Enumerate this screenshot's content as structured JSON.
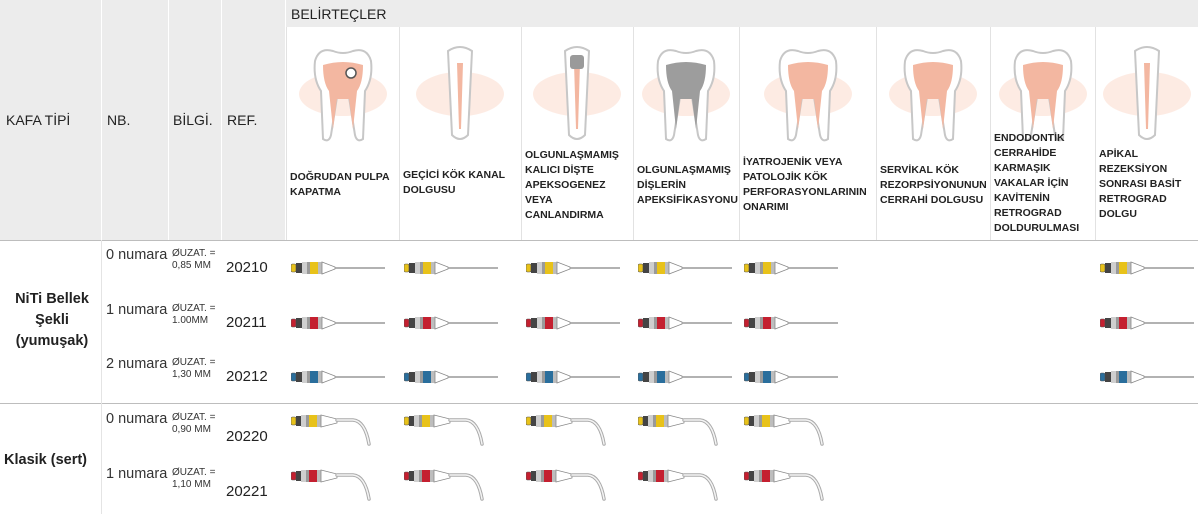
{
  "header": {
    "kafa_tipi": "KAFA TİPİ",
    "nb": "NB.",
    "bilgi": "BİLGİ.",
    "ref": "REF.",
    "belirtecler": "BELİRTEÇLER"
  },
  "indications": [
    {
      "label": "DOĞRUDAN PULPA KAPATMA",
      "icon": "tooth-pulp-capping-icon"
    },
    {
      "label": "GEÇİCİ KÖK KANAL DOLGUSU",
      "icon": "tooth-root-canal-icon"
    },
    {
      "label": "OLGUNLAŞMAMIŞ KALICI DİŞTE APEKSOGENEZ VEYA CANLANDIRMA",
      "icon": "tooth-apexogenesis-icon"
    },
    {
      "label": "OLGUNLAŞMAMIŞ DİŞLERİN APEKSİFİKASYONU",
      "icon": "tooth-apexification-icon"
    },
    {
      "label": "İYATROJENİK VEYA PATOLOJİK KÖK PERFORASYONLARININ ONARIMI",
      "icon": "tooth-perforation-icon"
    },
    {
      "label": "SERVİKAL KÖK REZORPSİYONUNUN CERRAHİ DOLGUSU",
      "icon": "tooth-cervical-icon"
    },
    {
      "label": "ENDODONTİK CERRAHİDE KARMAŞIK VAKALAR İÇİN KAVİTENİN RETROGRAD DOLDURULMASI",
      "icon": "tooth-retrograde-icon"
    },
    {
      "label": "APİKAL REZEKSİYON SONRASI BASİT RETROGRAD DOLGU",
      "icon": "tooth-apical-icon"
    }
  ],
  "groups": [
    {
      "name": "NiTi Bellek Şekli (yumuşak)",
      "rows": [
        {
          "nb": "0 numara",
          "info": "ØUZAT. = 0,85 MM",
          "ref": "20210",
          "color": "#e8c21a",
          "usage": [
            true,
            true,
            true,
            true,
            true,
            false,
            false,
            true
          ]
        },
        {
          "nb": "1 numara",
          "info": "ØUZAT. = 1.00MM",
          "ref": "20211",
          "color": "#c42030",
          "usage": [
            true,
            true,
            true,
            true,
            true,
            false,
            false,
            true
          ]
        },
        {
          "nb": "2 numara",
          "info": "ØUZAT. = 1,30 MM",
          "ref": "20212",
          "color": "#2a6e9c",
          "usage": [
            true,
            true,
            true,
            true,
            true,
            false,
            false,
            true
          ]
        }
      ]
    },
    {
      "name": "Klasik (sert)",
      "rows": [
        {
          "nb": "0 numara",
          "info": "ØUZAT. = 0,90 MM",
          "ref": "20220",
          "color": "#e8c21a",
          "usage": [
            true,
            true,
            true,
            true,
            true,
            false,
            false,
            false
          ]
        },
        {
          "nb": "1 numara",
          "info": "ØUZAT. = 1,10 MM",
          "ref": "20221",
          "color": "#c42030",
          "usage": [
            true,
            true,
            true,
            true,
            true,
            false,
            false,
            false
          ]
        }
      ]
    }
  ]
}
